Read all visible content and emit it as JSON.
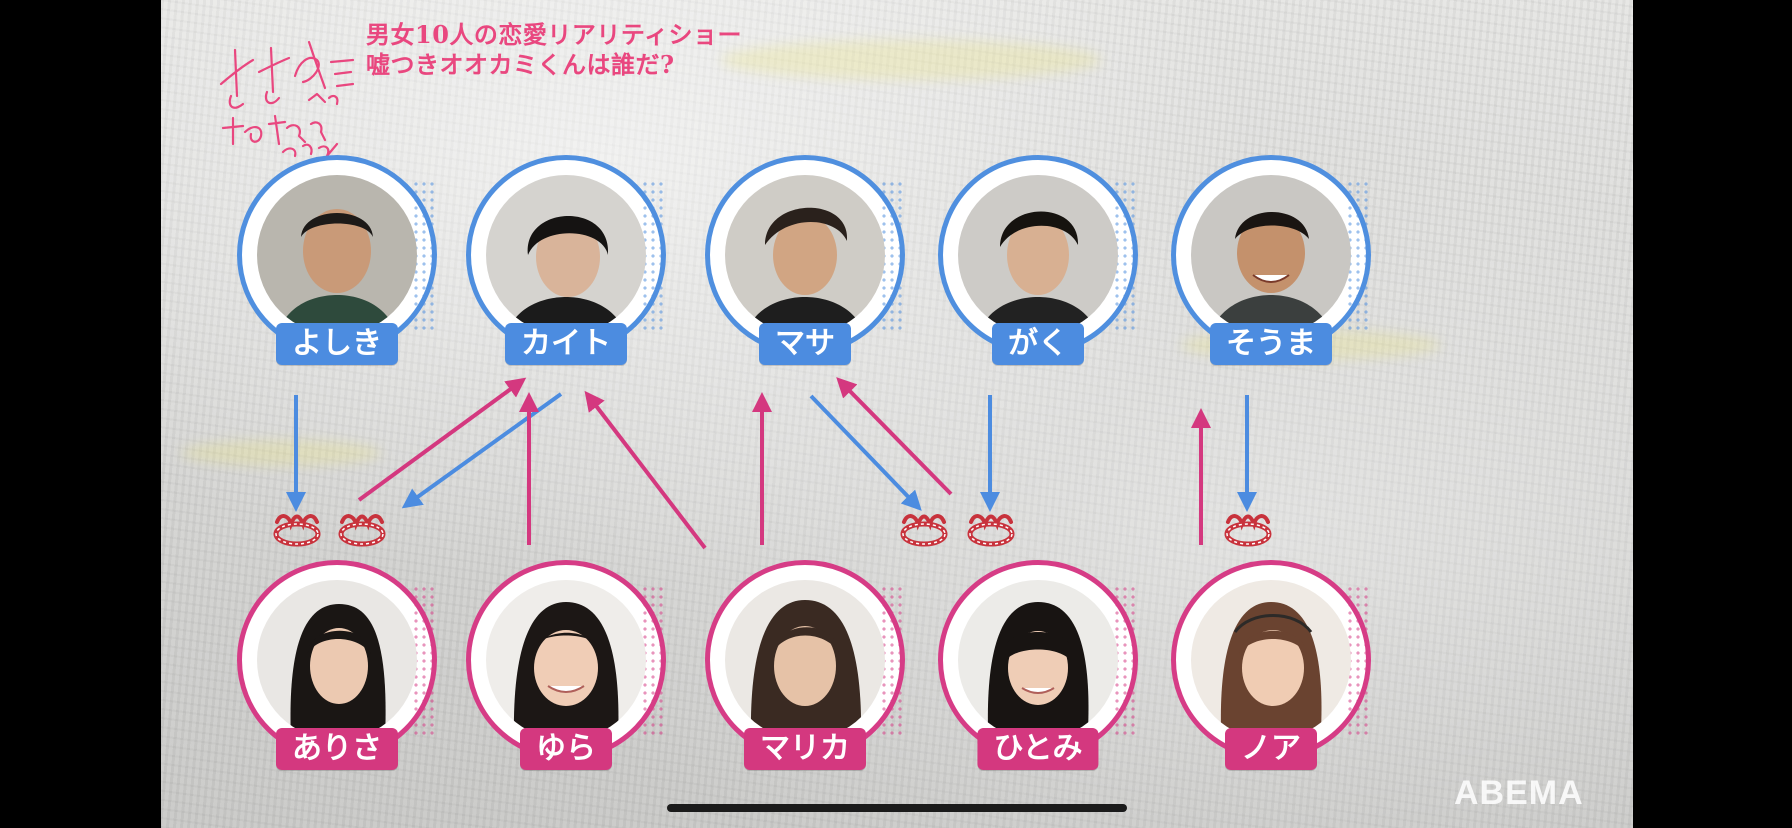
{
  "header": {
    "line1": "男女10人の恋愛リアリティショー",
    "line2": "嘘つきオオカミくんは誰だ?",
    "text_color": "#e9477f"
  },
  "logo": {
    "icon": "handwritten-show-logo",
    "text": "オオカミくんには騙されない"
  },
  "watermark": "ABEMA",
  "colors": {
    "male": "#4c8ce0",
    "female": "#d4387f",
    "crown": "#c8323c"
  },
  "men": [
    {
      "name": "よしき"
    },
    {
      "name": "カイト"
    },
    {
      "name": "マサ"
    },
    {
      "name": "がく"
    },
    {
      "name": "そうま"
    }
  ],
  "women": [
    {
      "name": "ありさ"
    },
    {
      "name": "ゆら"
    },
    {
      "name": "マリカ"
    },
    {
      "name": "ひとみ"
    },
    {
      "name": "ノア"
    }
  ]
}
